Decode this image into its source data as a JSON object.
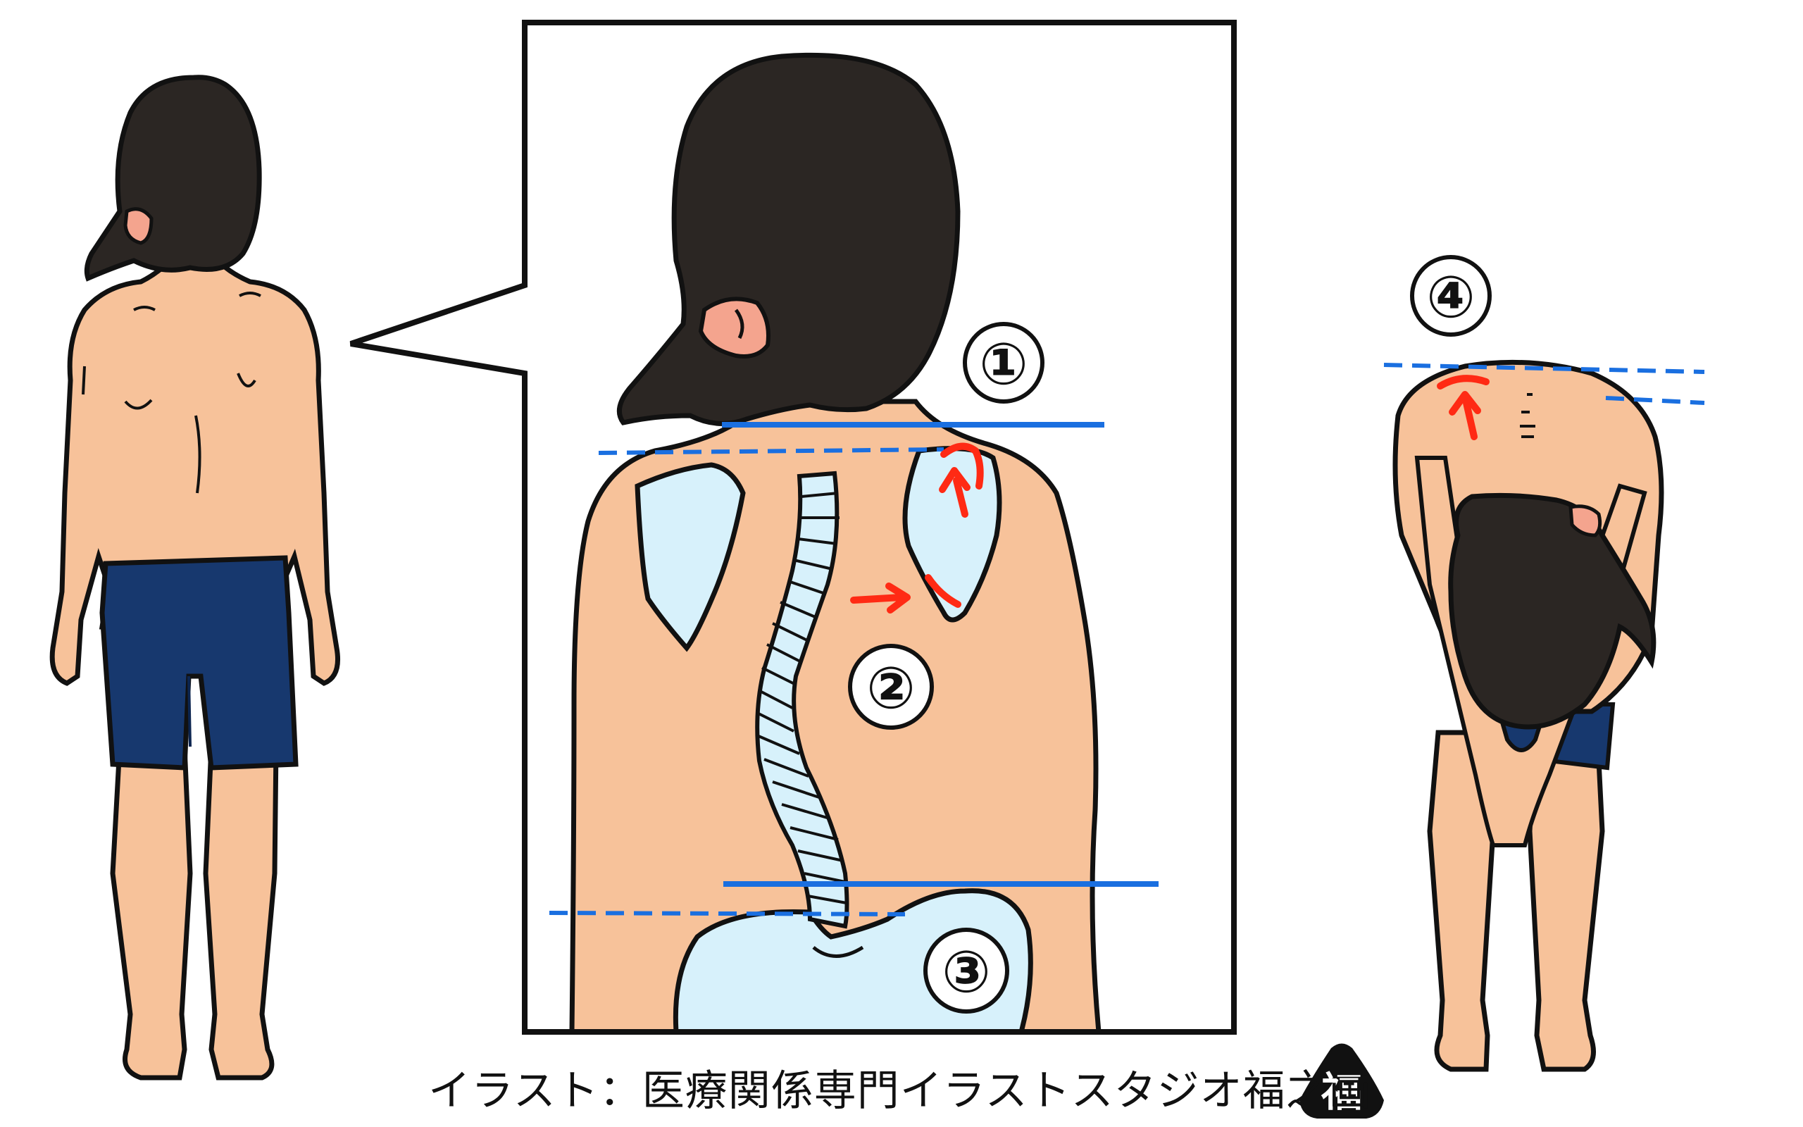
{
  "labels": {
    "marker_1": "①",
    "marker_2": "②",
    "marker_3": "③",
    "marker_4": "④"
  },
  "credit": "イラスト：医療関係専門イラストスタジオ福之画",
  "stamp": "福",
  "colors": {
    "skin": "#f7c29a",
    "hair": "#2b2623",
    "shorts": "#17386e",
    "bone": "#d7f1fb",
    "guide_line": "#1a6fe0",
    "arrow": "#ff2a14",
    "ear": "#f4a48e"
  }
}
